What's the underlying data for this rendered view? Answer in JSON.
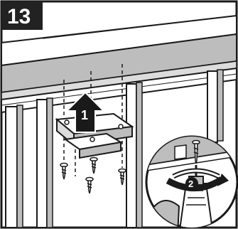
{
  "step": {
    "number": "13"
  },
  "callouts": {
    "lift_bracket": "1",
    "drive_screw": "2"
  },
  "icons": {
    "lift": "up-arrow-icon",
    "rotate": "rotate-arrow-icon",
    "tool": "drill-icon",
    "fastener": "screw-icon"
  },
  "colors": {
    "ink": "#1a1a1a",
    "panel": "#ffffff",
    "header_bg": "#222222",
    "shade": "#bdbdbd",
    "shade_light": "#dcdcdc"
  }
}
